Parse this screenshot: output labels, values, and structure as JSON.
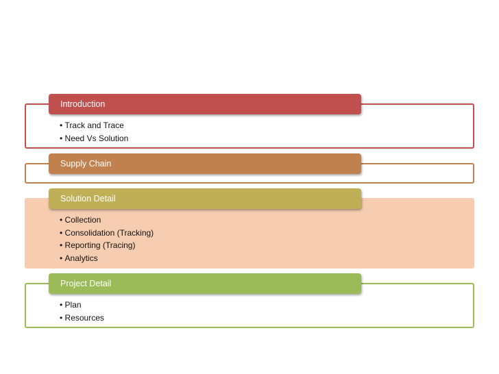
{
  "sections": [
    {
      "title": "Introduction",
      "items": [
        "Track and Trace",
        "Need Vs Solution"
      ],
      "header_color": "#C0504D",
      "border_color": "#C0504D",
      "fill_color": "#FFFFFF"
    },
    {
      "title": "Supply Chain",
      "items": [],
      "header_color": "#C0814F",
      "border_color": "#C0814F",
      "fill_color": "#FFFFFF"
    },
    {
      "title": "Solution Detail",
      "items": [
        "Collection",
        "Consolidation (Tracking)",
        "Reporting (Tracing)",
        "Analytics"
      ],
      "header_color": "#BFB058",
      "border_color": "#F6CDB0",
      "fill_color": "#F6CDB0"
    },
    {
      "title": "Project Detail",
      "items": [
        "Plan",
        "Resources"
      ],
      "header_color": "#9BBB59",
      "border_color": "#9BBB59",
      "fill_color": "#FFFFFF"
    }
  ]
}
